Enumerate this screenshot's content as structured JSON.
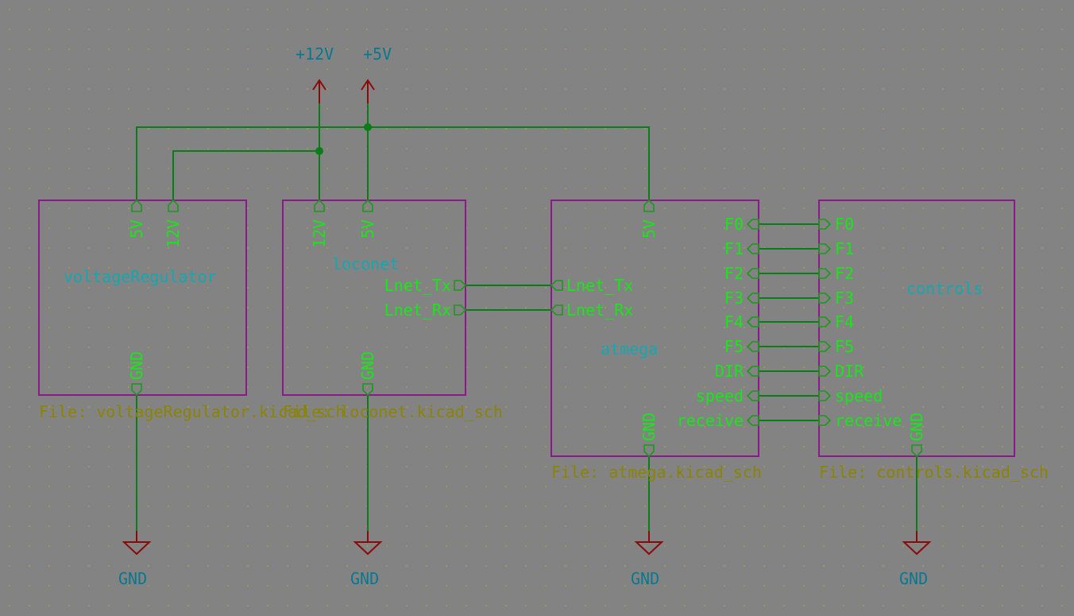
{
  "power_symbols": {
    "plus12v": "+12V",
    "plus5v": "+5V",
    "gnd": "GND"
  },
  "sheets": {
    "voltageRegulator": {
      "name": "voltageRegulator",
      "file": "File: voltageRegulator.kicad_sch",
      "pins": {
        "v5": "5V",
        "v12": "12V",
        "gnd": "GND"
      }
    },
    "loconet": {
      "name": "loconet",
      "file": "File: loconet.kicad_sch",
      "pins": {
        "v12": "12V",
        "v5": "5V",
        "gnd": "GND",
        "tx": "Lnet_Tx",
        "rx": "Lnet_Rx"
      }
    },
    "atmega": {
      "name": "atmega",
      "file": "File: atmega.kicad_sch",
      "pins": {
        "v5": "5V",
        "gnd": "GND",
        "tx": "Lnet_Tx",
        "rx": "Lnet_Rx",
        "f0": "F0",
        "f1": "F1",
        "f2": "F2",
        "f3": "F3",
        "f4": "F4",
        "f5": "F5",
        "dir": "DIR",
        "speed": "speed",
        "receive": "receive"
      }
    },
    "controls": {
      "name": "controls",
      "file": "File: controls.kicad_sch",
      "pins": {
        "gnd": "GND",
        "f0": "F0",
        "f1": "F1",
        "f2": "F2",
        "f3": "F3",
        "f4": "F4",
        "f5": "F5",
        "dir": "DIR",
        "speed": "speed",
        "receive": "receive"
      }
    }
  },
  "colors": {
    "background": "#838383",
    "grid_dot": "#b39a4a",
    "wire": "#0b7d18",
    "sheet_border": "#8a1a8a",
    "power_symbol": "#8a0a0a",
    "pin_label": "#16e816",
    "sheet_name": "#13a8b0",
    "file_name": "#8a8400",
    "power_label": "#087890"
  }
}
